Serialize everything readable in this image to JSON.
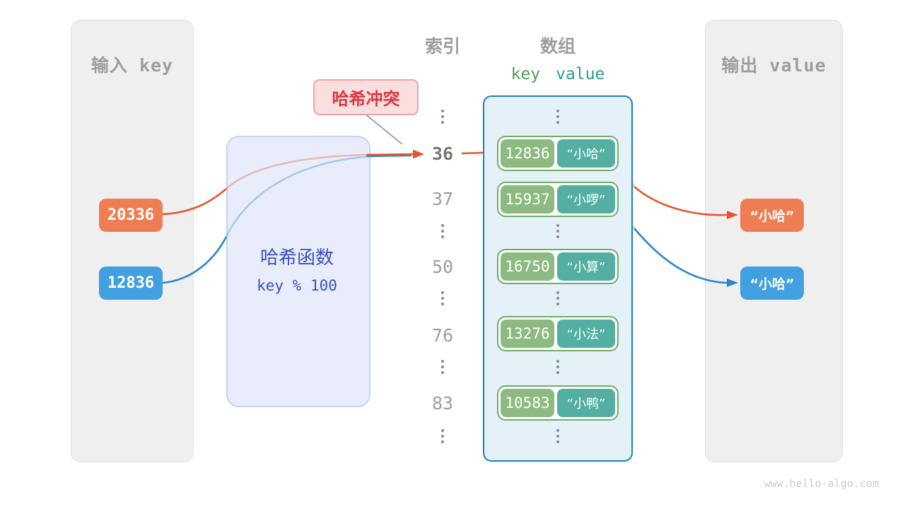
{
  "footer": "www.hello-algo.com",
  "input_panel": {
    "title": "输入 key",
    "keys": [
      "20336",
      "12836"
    ]
  },
  "hash_function": {
    "name": "哈希函数",
    "formula": "key % 100"
  },
  "collision_badge": "哈希冲突",
  "index_column": {
    "title": "索引",
    "values": [
      "36",
      "37",
      "50",
      "76",
      "83"
    ],
    "highlighted_value": "36"
  },
  "array_panel": {
    "title": "数组",
    "key_header": "key",
    "value_header": "value",
    "rows": [
      {
        "key": "12836",
        "value": "“小哈”"
      },
      {
        "key": "15937",
        "value": "“小啰”"
      },
      {
        "key": "16750",
        "value": "“小算”"
      },
      {
        "key": "13276",
        "value": "“小法”"
      },
      {
        "key": "10583",
        "value": "“小鸭”"
      }
    ]
  },
  "output_panel": {
    "title": "输出 value",
    "values": [
      "“小哈”",
      "“小哈”"
    ]
  },
  "colors": {
    "orange": "#ef7d54",
    "orange_stroke": "#e4572e",
    "blue": "#41a0df",
    "blue_stroke": "#2e86c8",
    "green": "#8cba80",
    "teal": "#53afa2",
    "array_border": "#1b7ec2",
    "hash_text": "#3a50c2",
    "collision_red": "#d9383e"
  }
}
